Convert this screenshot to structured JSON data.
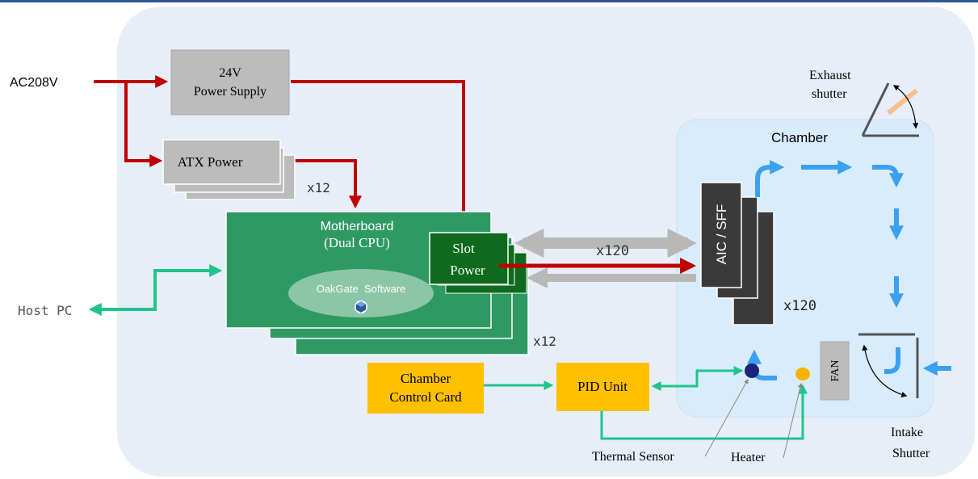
{
  "inputs": {
    "ac_label": "AC208V",
    "host_label": "Host PC"
  },
  "power_supply": {
    "line1": "24V",
    "line2": "Power Supply"
  },
  "atx_power": {
    "label": "ATX Power",
    "multiplier": "x12"
  },
  "motherboard": {
    "title": "Motherboard",
    "subtitle": "(Dual CPU)",
    "software": "OakGate  Software",
    "multiplier": "x12"
  },
  "slot_power": {
    "line1": "Slot",
    "line2": "Power"
  },
  "link": {
    "count": "x120"
  },
  "chamber": {
    "title": "Chamber",
    "device_label": "AIC / SFF",
    "device_multiplier": "x120",
    "fan_label": "FAN"
  },
  "control_card": {
    "line1": "Chamber",
    "line2": "Control Card"
  },
  "pid": {
    "label": "PID Unit"
  },
  "shutters": {
    "exhaust_line1": "Exhaust",
    "exhaust_line2": "shutter",
    "intake_line1": "Intake",
    "intake_line2": "Shutter"
  },
  "sensors": {
    "thermal": "Thermal Sensor",
    "heater": "Heater"
  },
  "colors": {
    "background_panel": "#e7eef7",
    "chamber": "#d9ecfc",
    "motherboard": "#2e9a62",
    "slot_power": "#0e6a1d",
    "power_box": "#bcbcbc",
    "device": "#3a3a3a",
    "control_box": "#ffc000",
    "power_line": "#c00000",
    "signal_line": "#1fc58a",
    "airflow": "#3ba0f0",
    "link_grey": "#b8b8b8"
  }
}
